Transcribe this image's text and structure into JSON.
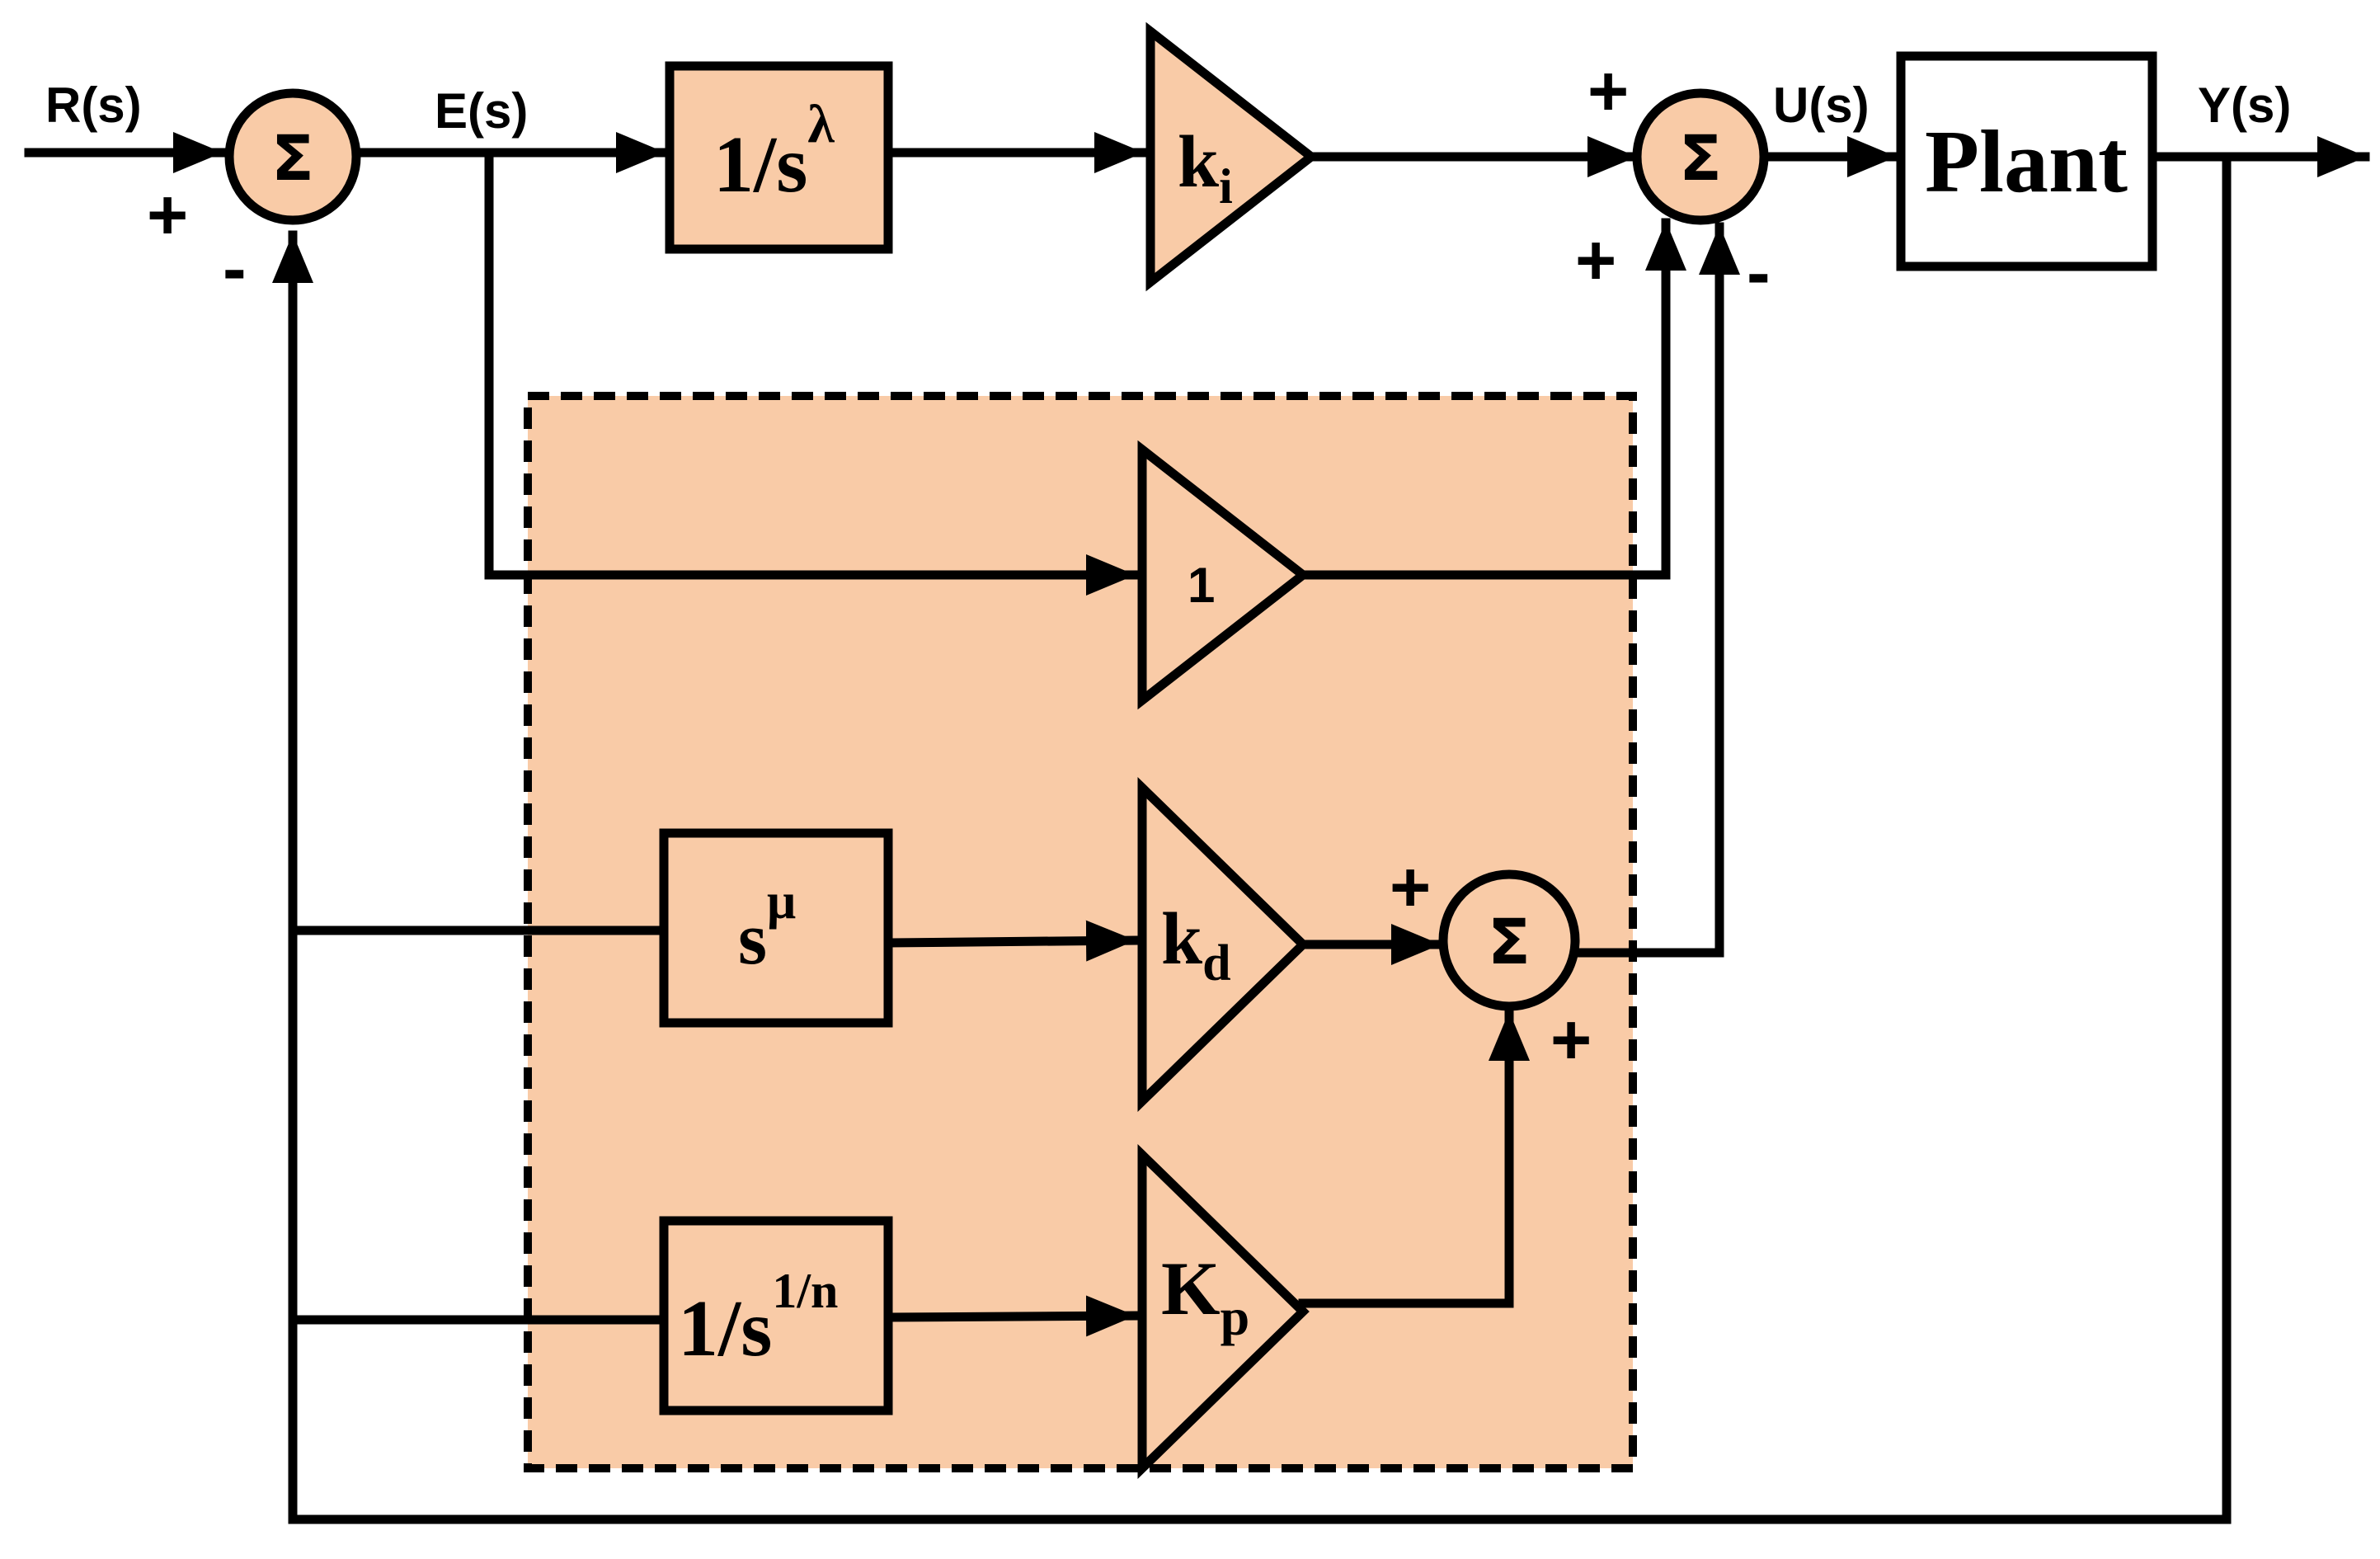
{
  "signals": {
    "r": "R(s)",
    "e": "E(s)",
    "u": "U(s)",
    "y": "Y(s)"
  },
  "blocks": {
    "frac_integrator": {
      "base": "1/s",
      "sup": "λ"
    },
    "ki": {
      "base": "k",
      "sub": "i"
    },
    "plant": "Plant",
    "unity": "1",
    "frac_derivative": {
      "base": "s",
      "sup": "μ"
    },
    "kd": {
      "base": "k",
      "sub": "d"
    },
    "frac_root": {
      "base": "1/s",
      "sup": "1/n"
    },
    "kp": {
      "base": "K",
      "sub": "p"
    }
  },
  "summers": {
    "symbol": "Σ",
    "s1": {
      "in_ref": "+",
      "in_fb": "-"
    },
    "s2": {
      "in_top": "+",
      "in_mid": "+",
      "in_bot": "-"
    },
    "s3": {
      "in_left": "+",
      "in_bot": "+"
    }
  },
  "colors": {
    "fill": "#F9CBA7",
    "stroke": "#000000",
    "background": "#FFFFFF"
  }
}
